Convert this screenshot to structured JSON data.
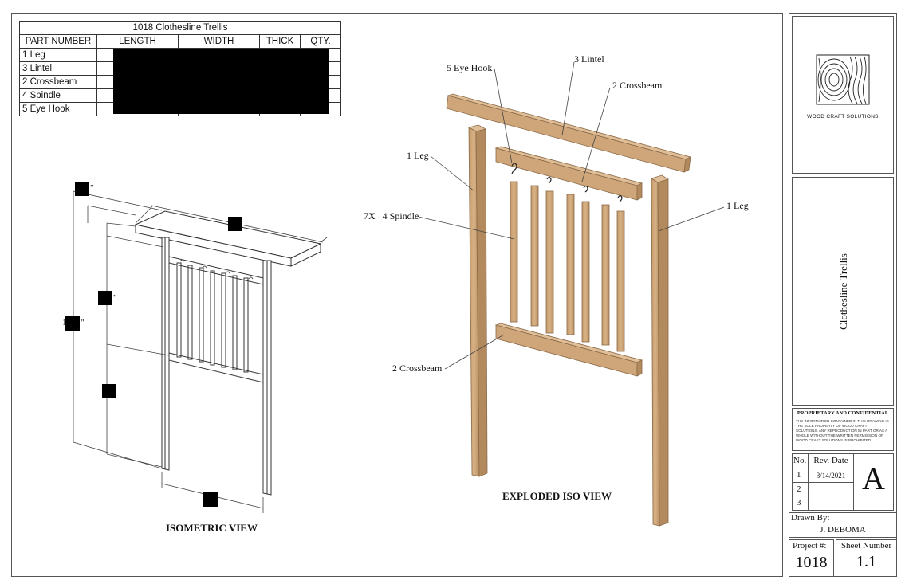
{
  "bom": {
    "title": "1018 Clothesline Trellis",
    "headers": [
      "PART NUMBER",
      "LENGTH",
      "WIDTH",
      "THICK",
      "QTY."
    ],
    "rows": [
      "1 Leg",
      "3 Lintel",
      "2 Crossbeam",
      "4 Spindle",
      "5 Eye Hook"
    ]
  },
  "views": {
    "isometric_title": "ISOMETRIC VIEW",
    "exploded_title": "EXPLODED ISO VIEW"
  },
  "dimension_fragments": {
    "top_height": "\"",
    "mid_height": "\"",
    "total_height": "\"",
    "total_prefix": "1"
  },
  "callouts": {
    "eye_hook": "5 Eye Hook",
    "lintel": "3 Lintel",
    "crossbeam_top": "2 Crossbeam",
    "leg_left": "1 Leg",
    "spindle": "7X   4 Spindle",
    "leg_right": "1 Leg",
    "crossbeam_bottom": "2 Crossbeam"
  },
  "title_block": {
    "company": "WOOD CRAFT SOLUTIONS",
    "drawing_title": "Clothesline Trellis",
    "proprietary_heading": "PROPRIETARY AND CONFIDENTIAL",
    "proprietary_text": "THE INFORMATION CONTAINED IN THIS DRAWING IS THE SOLE PROPERTY OF WOOD CRAFT SOLUTIONS. ANY REPRODUCTION IN PART OR AS A WHOLE WITHOUT THE WRITTEN PERMISSION OF WOOD CRAFT SOLUTIONS IS PROHIBITED.",
    "rev_headers": [
      "No.",
      "Rev. Date"
    ],
    "rev_rows": [
      {
        "no": "1",
        "date": "3/14/2021"
      },
      {
        "no": "2",
        "date": ""
      },
      {
        "no": "3",
        "date": ""
      }
    ],
    "rev_letter": "A",
    "drawn_by_label": "Drawn By:",
    "drawn_by": "J. DEBOMA",
    "project_label": "Project #:",
    "project_number": "1018",
    "sheet_label": "Sheet Number",
    "sheet_number": "1.1"
  },
  "colors": {
    "wood": "#cfa679",
    "wood_dark": "#b38a5e",
    "wood_light": "#e0bf98",
    "line": "#333333"
  }
}
